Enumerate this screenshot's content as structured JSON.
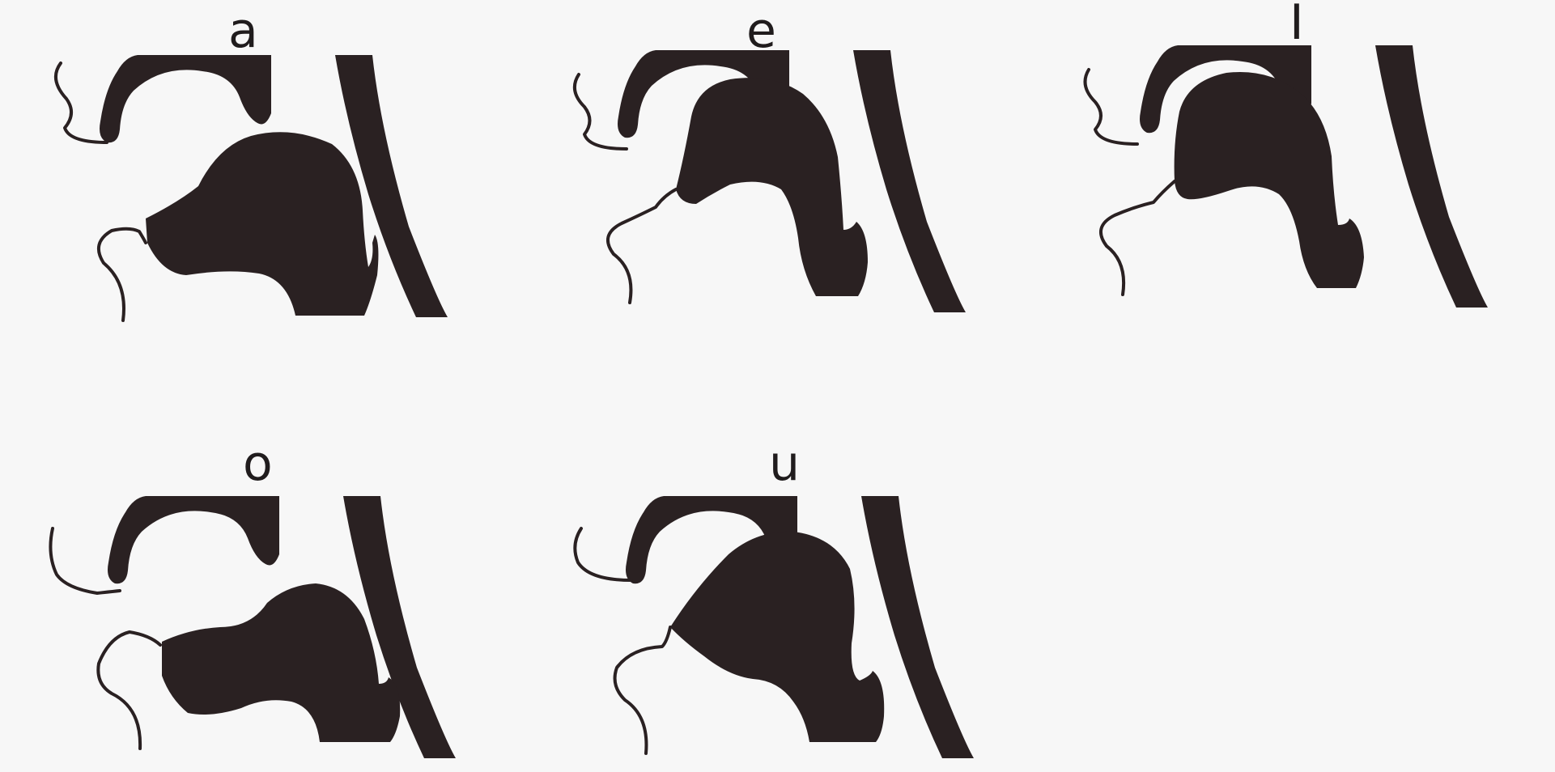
{
  "figure": {
    "panels": [
      {
        "id": "a",
        "label": "a"
      },
      {
        "id": "e",
        "label": "e"
      },
      {
        "id": "i",
        "label": "I"
      },
      {
        "id": "o",
        "label": "o"
      },
      {
        "id": "u",
        "label": "u"
      }
    ],
    "colors": {
      "ink": "#2a2122",
      "background": "#f7f7f7"
    }
  }
}
